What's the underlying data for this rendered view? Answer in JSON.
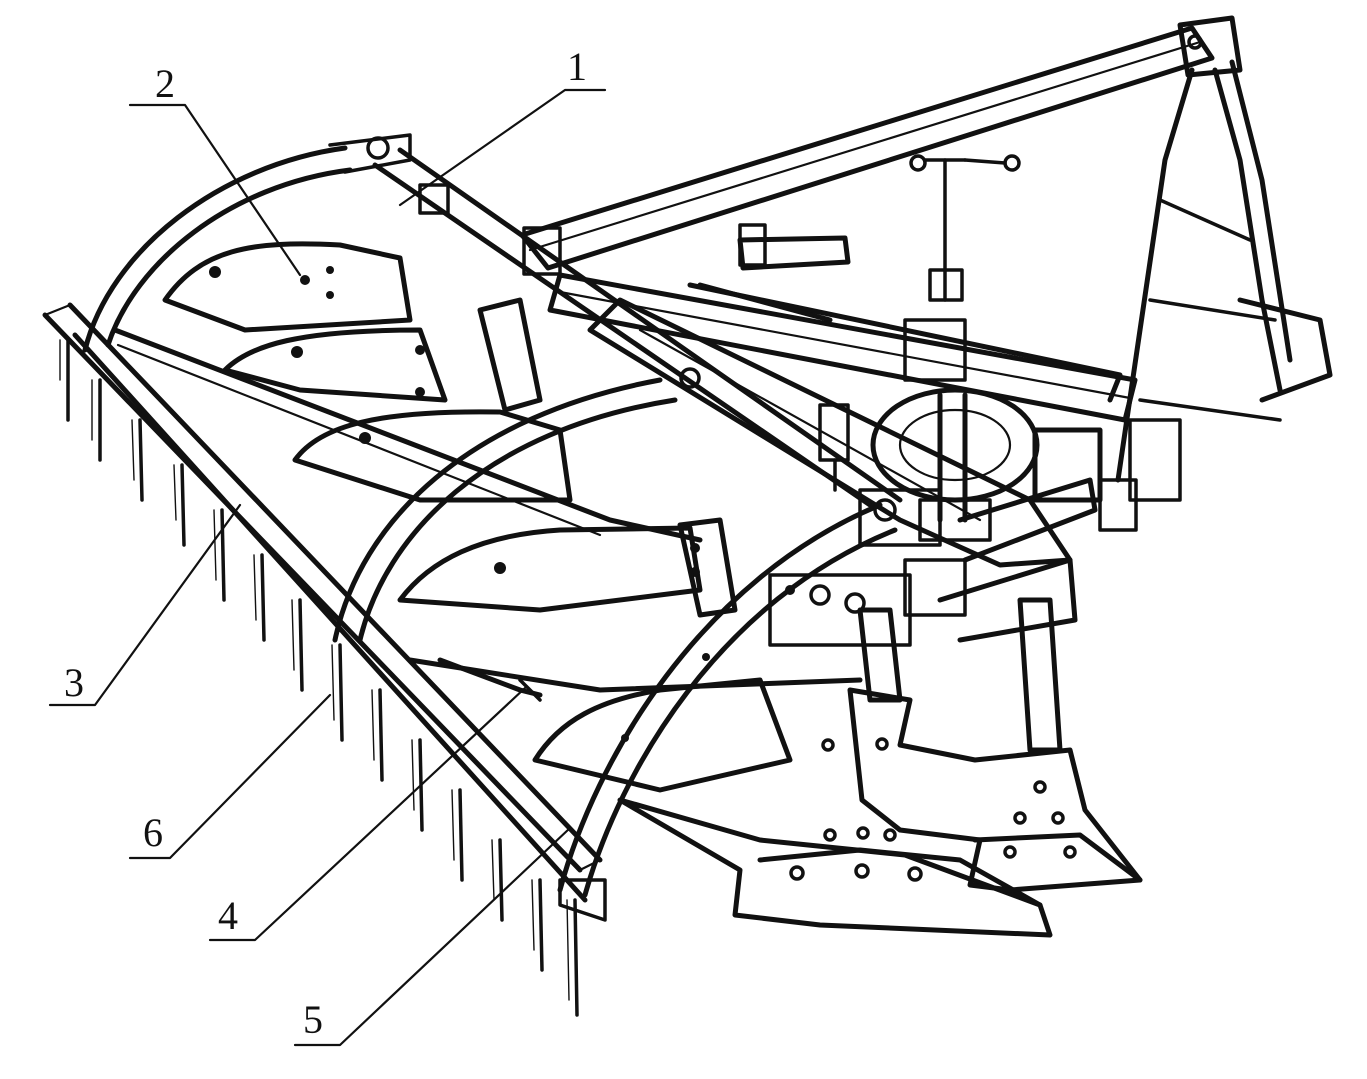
{
  "figure": {
    "callouts": [
      {
        "id": "1",
        "text": "1"
      },
      {
        "id": "2",
        "text": "2"
      },
      {
        "id": "3",
        "text": "3"
      },
      {
        "id": "4",
        "text": "4"
      },
      {
        "id": "5",
        "text": "5"
      },
      {
        "id": "6",
        "text": "6"
      }
    ]
  },
  "colors": {
    "ink": "#111111",
    "paper": "#ffffff"
  }
}
